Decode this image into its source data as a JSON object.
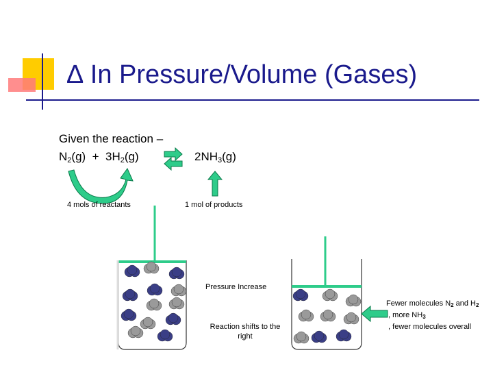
{
  "slide": {
    "title": "∆ In Pressure/Volume (Gases)",
    "given_line": "Given the reaction –",
    "reactants": {
      "n2": "N",
      "n2_sub": "2",
      "n2_tail": "(g)  +  3H",
      "h2_sub": "2",
      "h2_tail": "(g)"
    },
    "product": {
      "pre": "2NH",
      "sub": "3",
      "tail": "(g)"
    },
    "label_reactants": "4 mols of reactants",
    "label_products": "1 mol of products",
    "label_pressure": "Pressure Increase",
    "label_shift": "Reaction shifts  to the right",
    "fewer": {
      "a": "Fewer molecules N",
      "a_sub": "2",
      "b": " and H",
      "b_sub": "2",
      "c": " , more NH",
      "c_sub": "3",
      "d": " , fewer molecules overall"
    }
  },
  "colors": {
    "title": "#1a1a8c",
    "arrow_green": "#2ecc8a",
    "arrow_stroke": "#0a7a4a",
    "beaker": "#333333",
    "n2_molecule": "#3a3e86",
    "nh3_molecule": "#9a9a9a",
    "logo_yellow": "#ffcc00",
    "logo_red": "#ff6666"
  },
  "icons": {
    "equilibrium": "equilibrium-arrows-icon",
    "curved": "curved-arrow-icon",
    "up": "up-arrow-icon",
    "left": "left-arrow-icon",
    "logo": "slide-corner-logo"
  }
}
